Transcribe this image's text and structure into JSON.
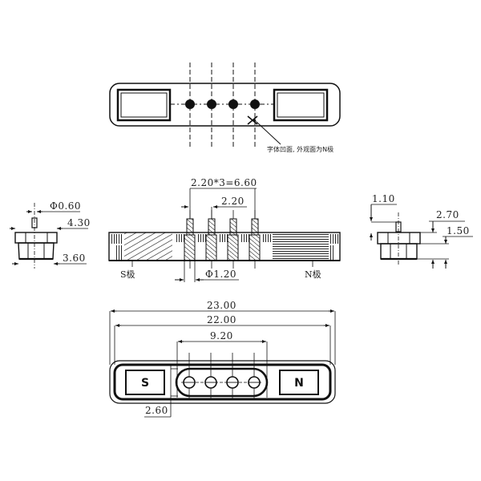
{
  "top_view": {
    "note": "字体凹面, 外观面为N极",
    "pin_count": 4
  },
  "side_view": {
    "pitch_total": "2.20*3=6.60",
    "pitch": "2.20",
    "pin_diameter": "Φ1.20",
    "s_pole_label": "S极",
    "n_pole_label": "N极"
  },
  "left_pin_view": {
    "tip_diameter": "Φ0.60",
    "top_width": "4.30",
    "bottom_width": "3.60"
  },
  "right_pin_view": {
    "pin_height": "1.10",
    "total_height": "2.70",
    "base_height": "1.50"
  },
  "bottom_view": {
    "overall_length": "23.00",
    "inner_length": "22.00",
    "pin_span": "9.20",
    "slot_width": "2.60",
    "s_label": "S",
    "n_label": "N"
  },
  "colors": {
    "line": "#111111",
    "text": "#222222",
    "background": "#ffffff"
  }
}
